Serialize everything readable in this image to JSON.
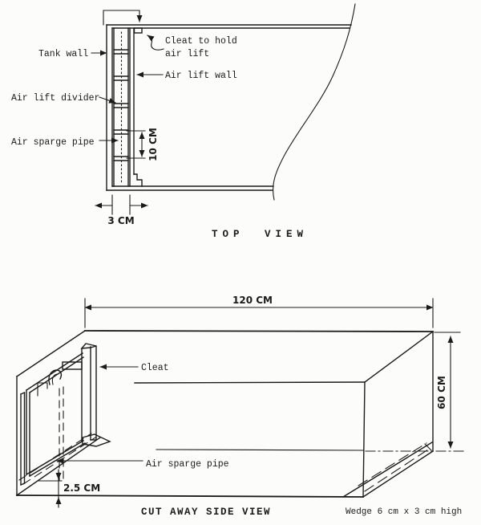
{
  "document": {
    "type": "scanned engineering sketch",
    "subject": "air lift tank construction drawing"
  },
  "colors": {
    "ink": "#1b1b1b",
    "paper": "#fcfcfa"
  },
  "top_view": {
    "caption": "TOP VIEW",
    "labels": {
      "tank_wall": "Tank wall",
      "cleat_line1": "Cleat to hold",
      "cleat_line2": "air lift",
      "air_lift_wall": "Air lift wall",
      "air_lift_divider": "Air lift divider",
      "air_sparge_pipe": "Air sparge pipe"
    },
    "dimensions": {
      "divider_pitch": "10 CM",
      "wall_gap": "3 CM"
    }
  },
  "side_view": {
    "caption": "CUT AWAY SIDE VIEW",
    "note": "Wedge 6 cm x 3 cm high",
    "labels": {
      "cleat": "Cleat",
      "air_sparge_pipe": "Air sparge pipe"
    },
    "dimensions": {
      "tank_length": "120 CM",
      "tank_height": "60 CM",
      "pipe_height": "2.5 CM"
    }
  }
}
